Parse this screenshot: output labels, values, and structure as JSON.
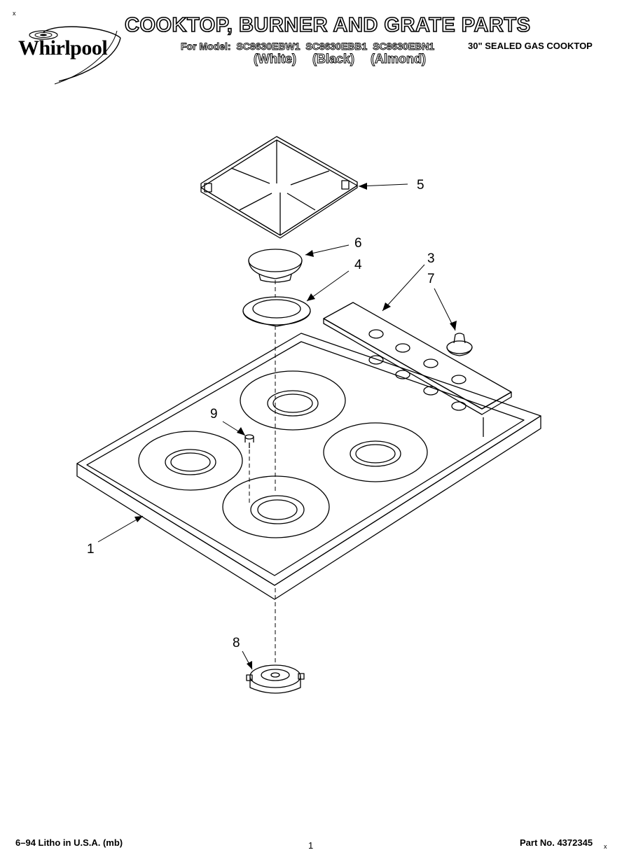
{
  "brand": {
    "logo_text": "Whirlpool"
  },
  "header": {
    "title": "COOKTOP, BURNER AND GRATE PARTS",
    "model_prefix": "For Model:",
    "models": [
      "SC8630EBW1",
      "SC8630EBB1",
      "SC8630EBN1"
    ],
    "colors": [
      "(White)",
      "(Black)",
      "(Almond)"
    ],
    "description": "30\" SEALED GAS COOKTOP"
  },
  "callouts": {
    "c1": "1",
    "c3": "3",
    "c4": "4",
    "c5": "5",
    "c6": "6",
    "c7": "7",
    "c8": "8",
    "c9": "9"
  },
  "footer": {
    "print_info": "6–94 Litho in U.S.A. (mb)",
    "page_number": "1",
    "part_number": "Part No. 4372345"
  },
  "marks": {
    "top_left": "x",
    "bottom_right": "x"
  }
}
